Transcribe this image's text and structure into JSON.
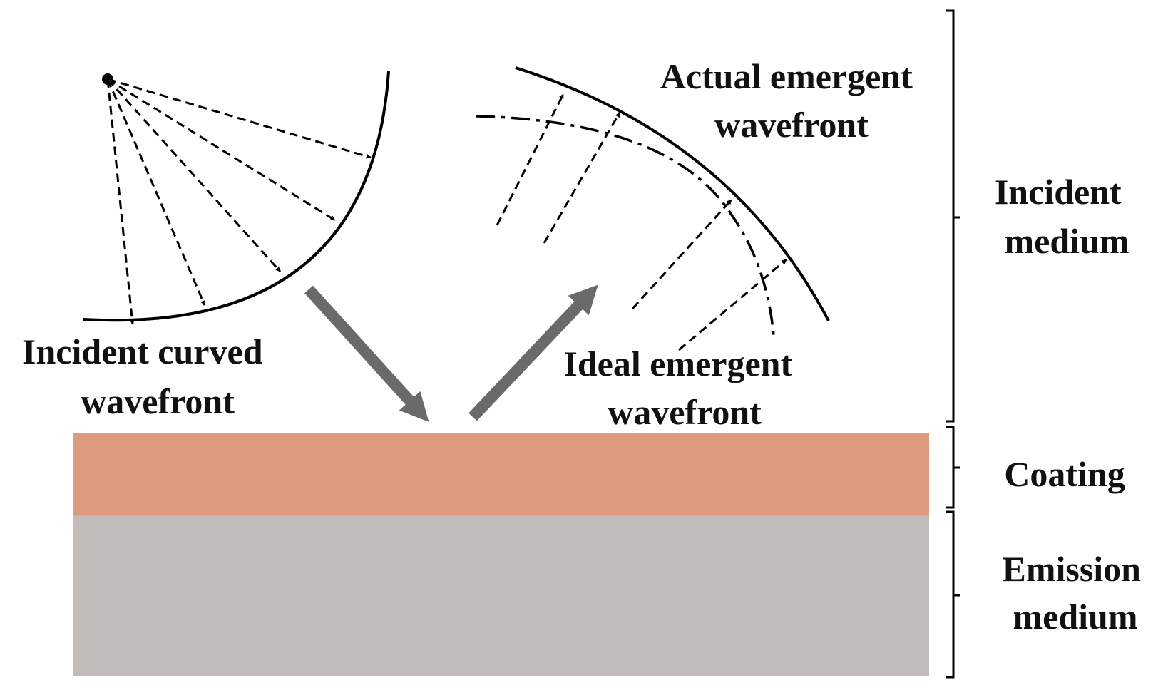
{
  "labels": {
    "incident_wavefront": [
      "Incident curved",
      "wavefront"
    ],
    "actual_emergent": [
      "Actual emergent",
      "wavefront"
    ],
    "ideal_emergent": [
      "Ideal emergent",
      "wavefront"
    ],
    "incident_medium": [
      "Incident",
      "medium"
    ],
    "coating": "Coating",
    "emission_medium": [
      "Emission",
      "medium"
    ]
  },
  "colors": {
    "coating_layer": "#dd9a7e",
    "emission_layer": "#c1bcba",
    "thick_arrow": "#6a6a6a"
  }
}
